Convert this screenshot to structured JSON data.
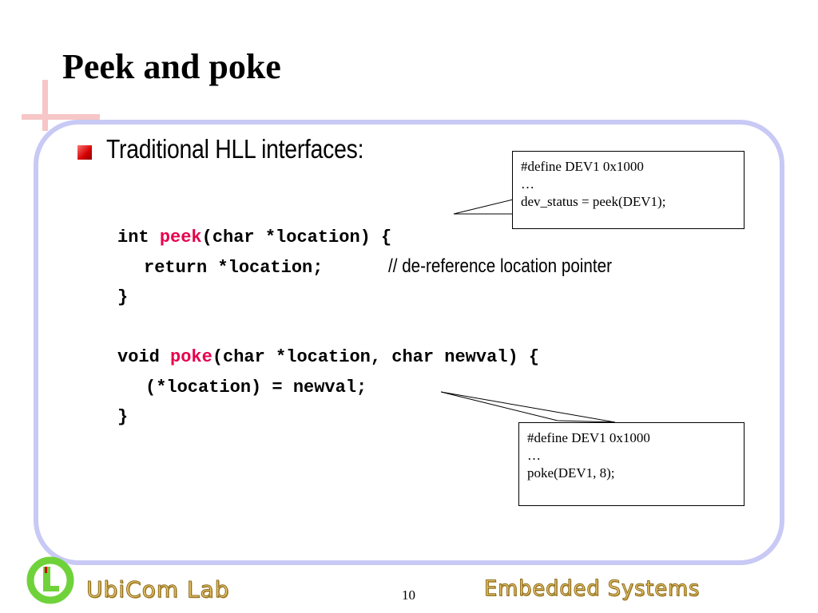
{
  "slide": {
    "title": "Peek and poke",
    "bullet": "Traditional HLL interfaces:"
  },
  "code": {
    "peek": {
      "l1_pre": "int ",
      "l1_fn": "peek",
      "l1_post": "(char *location) {",
      "l2": "return *location;",
      "l2_comment": "// de-reference location pointer",
      "l3": "}"
    },
    "poke": {
      "l1_pre": "void ",
      "l1_fn": "poke",
      "l1_post": "(char *location, char newval) {",
      "l2": "(*location) = newval;",
      "l3": "}"
    }
  },
  "callouts": {
    "peek": {
      "lines": [
        "#define DEV1 0x1000",
        "…",
        "dev_status = peek(DEV1);"
      ]
    },
    "poke": {
      "lines": [
        "#define DEV1 0x1000",
        "…",
        "poke(DEV1, 8);"
      ]
    }
  },
  "footer": {
    "lab_name": "UbiCom Lab",
    "page_number": "10",
    "course": "Embedded Systems"
  },
  "colors": {
    "title": "#000000",
    "function_name": "#e8004d",
    "frame": "#c9c9f5",
    "cross": "#f7c6c6",
    "bullet": "#d40000",
    "logo_green": "#6fd23a",
    "footer_text": "#e8c36a"
  }
}
